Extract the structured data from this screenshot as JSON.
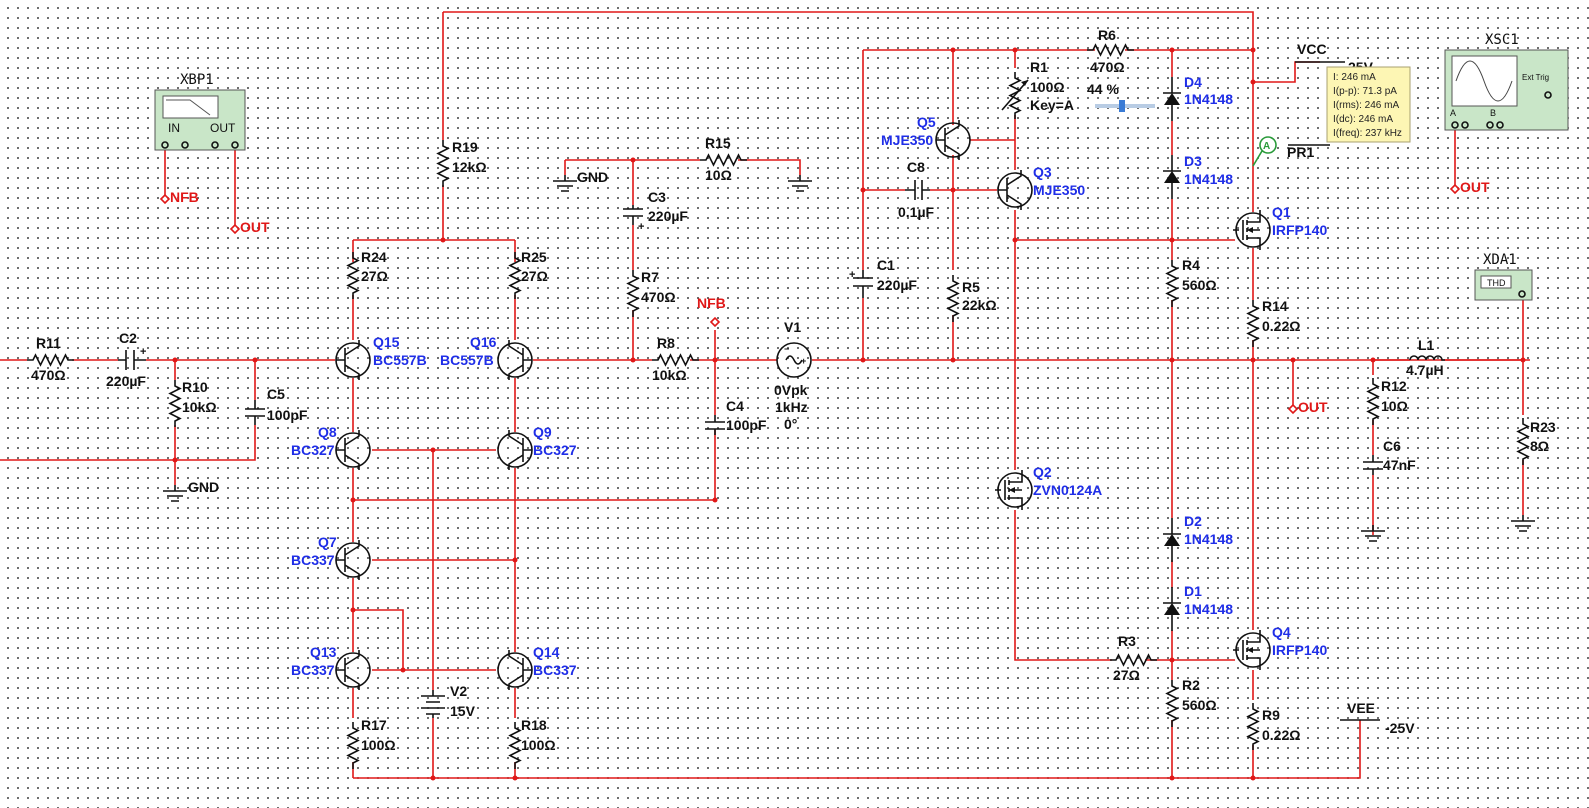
{
  "labels": {
    "xbp1": "XBP1",
    "xbp1_in": "IN",
    "xbp1_out": "OUT",
    "xsc1": "XSC1",
    "xsc1_a": "A",
    "xsc1_b": "B",
    "xsc1_ext": "Ext Trig",
    "xda1": "XDA1",
    "xda1_thd": "THD",
    "nfb": "NFB",
    "out": "OUT",
    "gnd": "GND",
    "vcc": "VCC",
    "vcc_val": "25V",
    "vee": "VEE",
    "vee_val": "-25V",
    "pr1": "PR1",
    "probe_a": "A",
    "r1": "R1",
    "r1_val": "100Ω",
    "r1_key": "Key=A",
    "r1_pct": "44 %",
    "r2": "R2",
    "r2_val": "560Ω",
    "r3": "R3",
    "r3_val": "27Ω",
    "r4": "R4",
    "r4_val": "560Ω",
    "r5": "R5",
    "r5_val": "22kΩ",
    "r6": "R6",
    "r6_val": "470Ω",
    "r7": "R7",
    "r7_val": "470Ω",
    "r8": "R8",
    "r8_val": "10kΩ",
    "r9": "R9",
    "r9_val": "0.22Ω",
    "r10": "R10",
    "r10_val": "10kΩ",
    "r11": "R11",
    "r11_val": "470Ω",
    "r12": "R12",
    "r12_val": "10Ω",
    "r14": "R14",
    "r14_val": "0.22Ω",
    "r15": "R15",
    "r15_val": "10Ω",
    "r17": "R17",
    "r17_val": "100Ω",
    "r18": "R18",
    "r18_val": "100Ω",
    "r19": "R19",
    "r19_val": "12kΩ",
    "r23": "R23",
    "r23_val": "8Ω",
    "r24": "R24",
    "r24_val": "27Ω",
    "r25": "R25",
    "r25_val": "27Ω",
    "c1": "C1",
    "c1_val": "220µF",
    "c2": "C2",
    "c2_val": "220µF",
    "c3": "C3",
    "c3_val": "220µF",
    "c4": "C4",
    "c4_val": "100pF",
    "c5": "C5",
    "c5_val": "100pF",
    "c6": "C6",
    "c6_val": "47nF",
    "c8": "C8",
    "c8_val": "0.1µF",
    "l1": "L1",
    "l1_val": "4.7µH",
    "v1": "V1",
    "v1_amp": "0Vpk",
    "v1_freq": "1kHz",
    "v1_phase": "0°",
    "v2": "V2",
    "v2_val": "15V",
    "d1": "D1",
    "d2": "D2",
    "d3": "D3",
    "d4": "D4",
    "d_part": "1N4148",
    "q1": "Q1",
    "q1_part": "IRFP140",
    "q2": "Q2",
    "q2_part": "ZVN0124A",
    "q3": "Q3",
    "q3_part": "MJE350",
    "q4": "Q4",
    "q4_part": "IRFP140",
    "q5": "Q5",
    "q5_part": "MJE350",
    "q7": "Q7",
    "q7_part": "BC337",
    "q8": "Q8",
    "q8_part": "BC327",
    "q9": "Q9",
    "q9_part": "BC327",
    "q13": "Q13",
    "q13_part": "BC337",
    "q14": "Q14",
    "q14_part": "BC337",
    "q15": "Q15",
    "q15_part": "BC557B",
    "q16": "Q16",
    "q16_part": "BC557B"
  },
  "probe_readout": [
    "I: 246 mA",
    "I(p-p): 71.3 pA",
    "I(rms): 246 mA",
    "I(dc): 246 mA",
    "I(freq): 237 kHz"
  ],
  "colors": {
    "wire": "#e01818",
    "part": "#1f2ee8",
    "net_label": "#e01818",
    "tooltip": "#fdf6b4"
  }
}
